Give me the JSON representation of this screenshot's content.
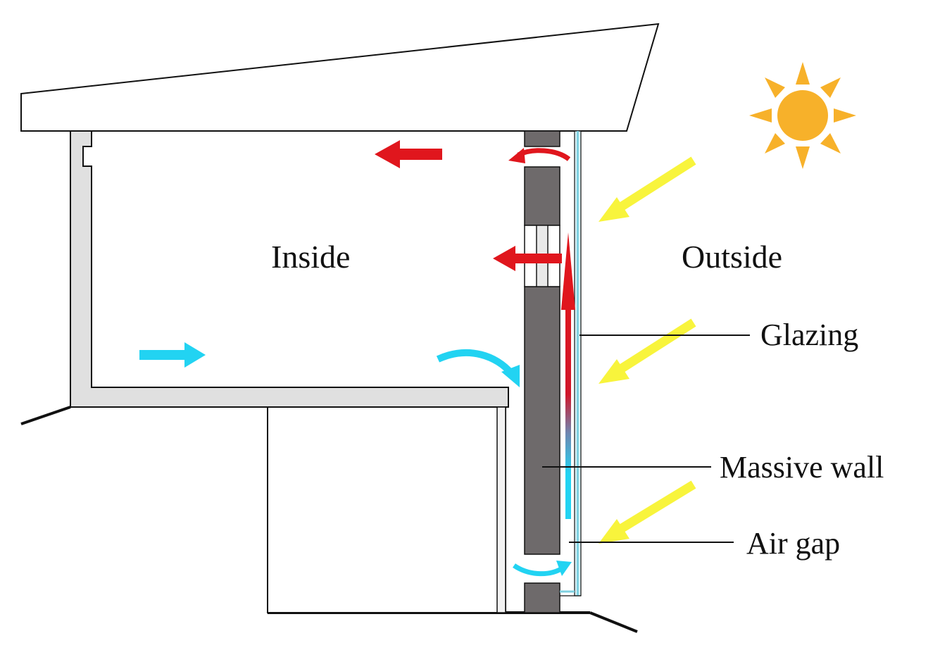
{
  "labels": {
    "inside": "Inside",
    "outside": "Outside",
    "glazing": "Glazing",
    "massive_wall": "Massive wall",
    "air_gap": "Air gap"
  },
  "colors": {
    "warm_air": "#e0161d",
    "cool_air": "#22d3f2",
    "solar_rays": "#f8f43c",
    "sun": "#f7b12a",
    "massive_wall": "#6e6a6b",
    "structure_fill": "#e0e0e0",
    "glazing": "#7fd0e0"
  },
  "icons": {
    "sun": "sun-icon",
    "solar_ray": "arrow-down-left-icon",
    "warm_air_flow": "arrow-left-icon",
    "cool_air_flow": "arrow-right-icon"
  }
}
